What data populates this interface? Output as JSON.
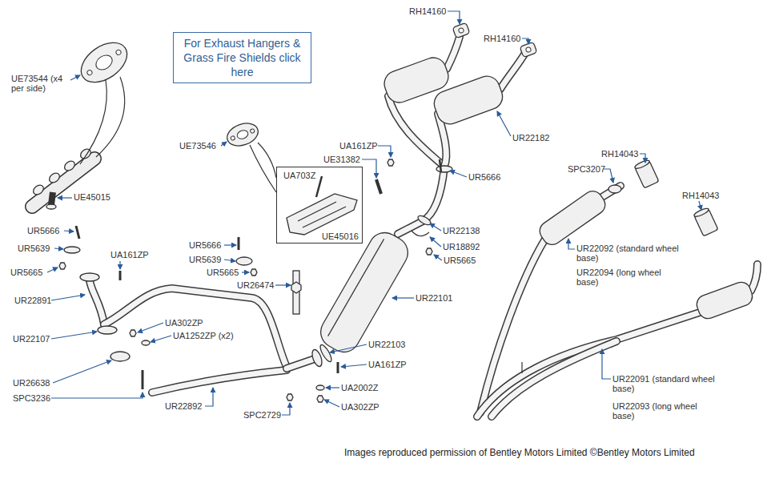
{
  "diagram": {
    "caption": "Images reproduced permission of Bentley Motors Limited ©Bentley Motors Limited",
    "nodes": [
      {
        "text": [
          "For Exhaust Hangers & Grass Fire Shields click here"
        ]
      },
      {
        "text": [
          "UA703Z",
          "UE45016"
        ]
      }
    ],
    "labels": [
      "RH14160",
      "RH14160",
      "UE73544 (x4 per side)",
      "UE73546",
      "UA161ZP",
      "UE31382",
      "UR22182",
      "RH14043",
      "SPC3207",
      "RH14043",
      "UE45015",
      "UR5666",
      "UR5666",
      "UR5639",
      "UR22138",
      "UR18892",
      "UR5665",
      "UR22092 (standard wheel base)",
      "UR22094 (long wheel base)",
      "UA161ZP",
      "UR5666",
      "UR5639",
      "UR5665",
      "UR5665",
      "UR22891",
      "UR26474",
      "UR22101",
      "UR22107",
      "UA302ZP",
      "UA1252ZP (x2)",
      "UR22103",
      "UA161ZP",
      "UR26638",
      "SPC3236",
      "UR22892",
      "SPC2729",
      "UA2002Z",
      "UA302ZP",
      "UR22091 (standard wheel base)",
      "UR22093 (long wheel base)"
    ]
  }
}
